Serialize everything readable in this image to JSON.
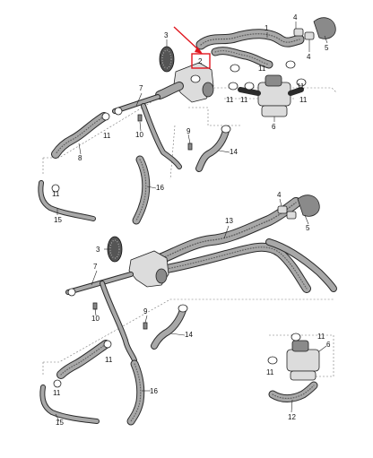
{
  "labels": {
    "upper": {
      "c1": "1",
      "c2": "2",
      "c3": "3",
      "c4": "4",
      "c4b": "4",
      "c5": "5",
      "c6": "6",
      "c7": "7",
      "c8": "8",
      "c9": "9",
      "c10": "10",
      "c11a": "11",
      "c11b": "11",
      "c11c": "11",
      "c11d": "11",
      "c11e": "11",
      "c11f": "11",
      "c11g": "11",
      "c14": "14",
      "c15": "15",
      "c16": "16"
    },
    "lower": {
      "c3": "3",
      "c4": "4",
      "c5": "5",
      "c6": "6",
      "c7": "7",
      "c9": "9",
      "c10": "10",
      "c11a": "11",
      "c11b": "11",
      "c11c": "11",
      "c11d": "11",
      "c12": "12",
      "c13": "13",
      "c14": "14",
      "c15": "15",
      "c16": "16"
    }
  },
  "colors": {
    "highlight": "#e0161e",
    "line": "#222222",
    "hose_fill": "#a8a8a8"
  }
}
